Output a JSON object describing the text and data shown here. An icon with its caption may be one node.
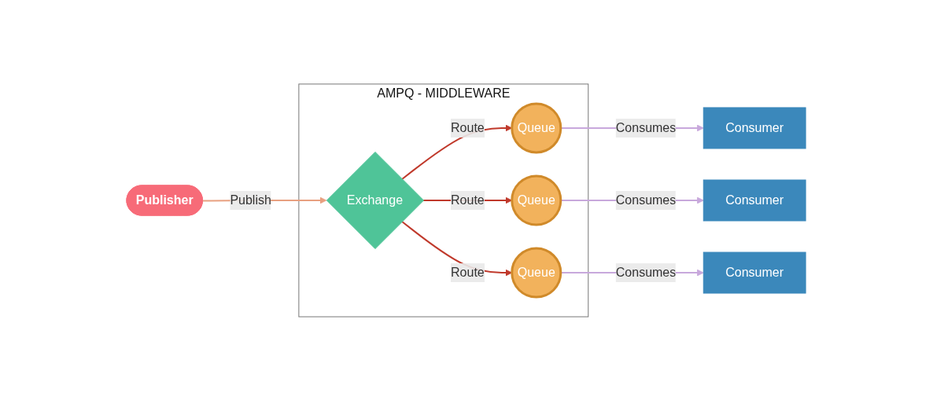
{
  "diagram": {
    "nodes": [
      {
        "text": [
          "Publisher"
        ]
      },
      {
        "text": [
          "AMPQ - MIDDLEWARE"
        ]
      },
      {
        "text": [
          "Exchange"
        ],
        "in": 1
      },
      {
        "text": [
          "Queue"
        ],
        "in": 1
      },
      {
        "text": [
          "Queue"
        ],
        "in": 1
      },
      {
        "text": [
          "Queue"
        ],
        "in": 1
      },
      {
        "text": [
          "Consumer"
        ]
      },
      {
        "text": [
          "Consumer"
        ]
      },
      {
        "text": [
          "Consumer"
        ]
      }
    ],
    "edges": [
      {
        "from": 0,
        "to": 2,
        "arrow": "to",
        "label": "Publish",
        "color": "#e8a080"
      },
      {
        "from": 2,
        "to": 3,
        "arrow": "to",
        "label": "Route",
        "color": "#c0392b"
      },
      {
        "from": 2,
        "to": 4,
        "arrow": "to",
        "label": "Route",
        "color": "#c0392b"
      },
      {
        "from": 2,
        "to": 5,
        "arrow": "to",
        "label": "Route",
        "color": "#c0392b"
      },
      {
        "from": 3,
        "to": 6,
        "arrow": "to",
        "label": "Consumes",
        "color": "#c8a8dc"
      },
      {
        "from": 4,
        "to": 7,
        "arrow": "to",
        "label": "Consumes",
        "color": "#c8a8dc"
      },
      {
        "from": 5,
        "to": 8,
        "arrow": "to",
        "label": "Consumes",
        "color": "#c8a8dc"
      }
    ]
  }
}
